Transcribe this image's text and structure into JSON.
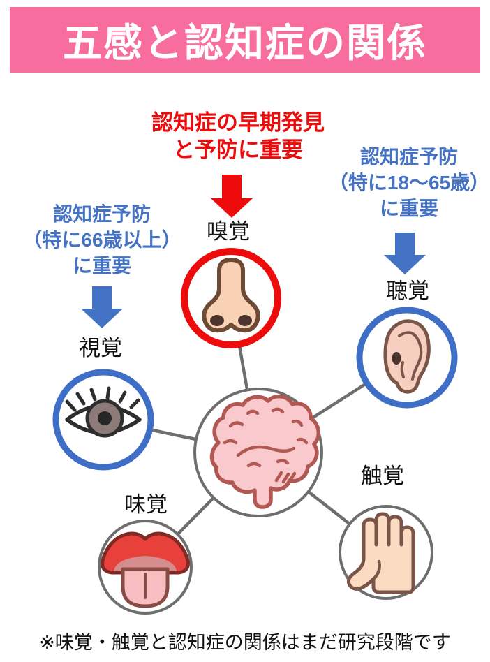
{
  "header": {
    "title": "五感と認知症の関係",
    "bg_color": "#f66d9e",
    "text_color": "#ffffff"
  },
  "annotations": {
    "smell": {
      "lines": [
        "認知症の早期発見",
        "と予防に重要"
      ],
      "color": "#ee0b0b",
      "arrow": "down-arrow"
    },
    "hearing": {
      "lines": [
        "認知症予防",
        "（特に18～65歳）",
        "に重要"
      ],
      "color": "#4472c4",
      "arrow": "down-arrow"
    },
    "vision": {
      "lines": [
        "認知症予防",
        "（特に66歳以上）",
        "に重要"
      ],
      "color": "#4472c4",
      "arrow": "down-arrow"
    }
  },
  "center": {
    "icon": "brain-icon",
    "ring_color": "#6e6e6e"
  },
  "senses": {
    "smell": {
      "label": "嗅覚",
      "icon": "nose-icon",
      "ring_color": "#ee0b0b"
    },
    "hearing": {
      "label": "聴覚",
      "icon": "ear-icon",
      "ring_color": "#3e6ec5"
    },
    "vision": {
      "label": "視覚",
      "icon": "eye-icon",
      "ring_color": "#3e6ec5"
    },
    "taste": {
      "label": "味覚",
      "icon": "tongue-icon",
      "ring_color": "#6e6e6e"
    },
    "touch": {
      "label": "触覚",
      "icon": "hand-icon",
      "ring_color": "#6e6e6e"
    }
  },
  "footnote": "※味覚・触覚と認知症の関係はまだ研究段階です"
}
